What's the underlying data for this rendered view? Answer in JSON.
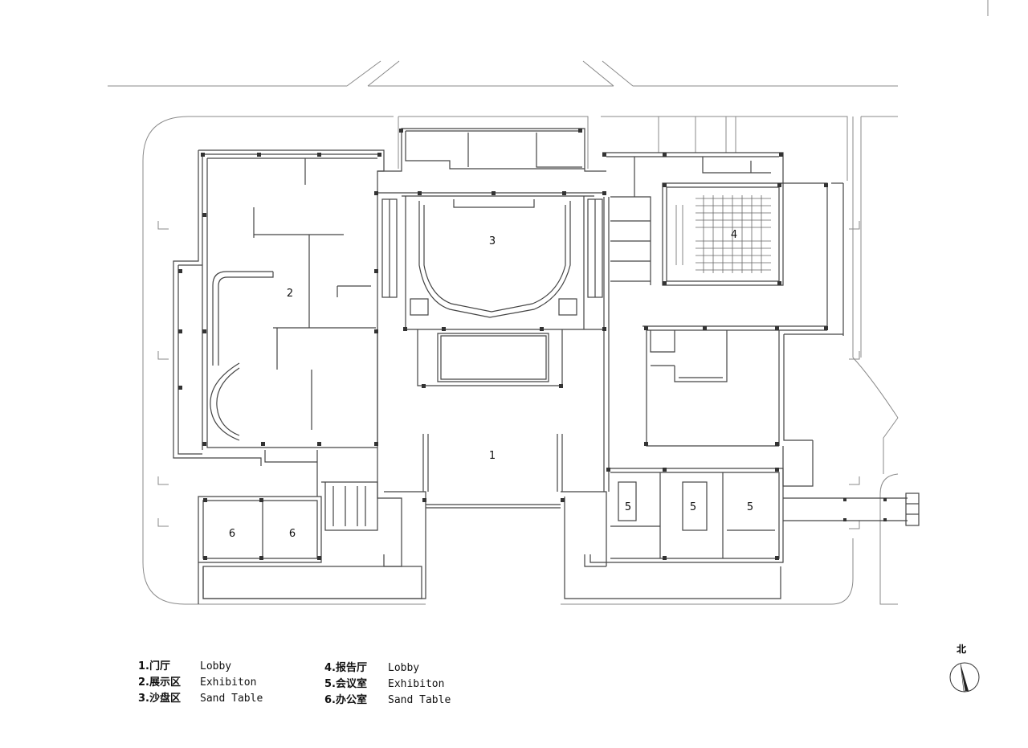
{
  "room_labels": {
    "lobby": "1",
    "exhibition": "2",
    "sand_table": "3",
    "lecture_hall": "4",
    "meeting_a": "5",
    "meeting_b": "5",
    "meeting_c": "5",
    "office_a": "6",
    "office_b": "6"
  },
  "legend": {
    "left": [
      {
        "cn": "1.门厅",
        "en": "Lobby"
      },
      {
        "cn": "2.展示区",
        "en": "Exhibiton"
      },
      {
        "cn": "3.沙盘区",
        "en": "Sand Table"
      }
    ],
    "right": [
      {
        "cn": "4.报告厅",
        "en": "Lobby"
      },
      {
        "cn": "5.会议室",
        "en": "Exhibiton"
      },
      {
        "cn": "6.办公室",
        "en": "Sand Table"
      }
    ]
  },
  "north_label": "北",
  "colors": {
    "line": "#555555",
    "wall": "#444444",
    "fill": "#d9d9d9"
  }
}
